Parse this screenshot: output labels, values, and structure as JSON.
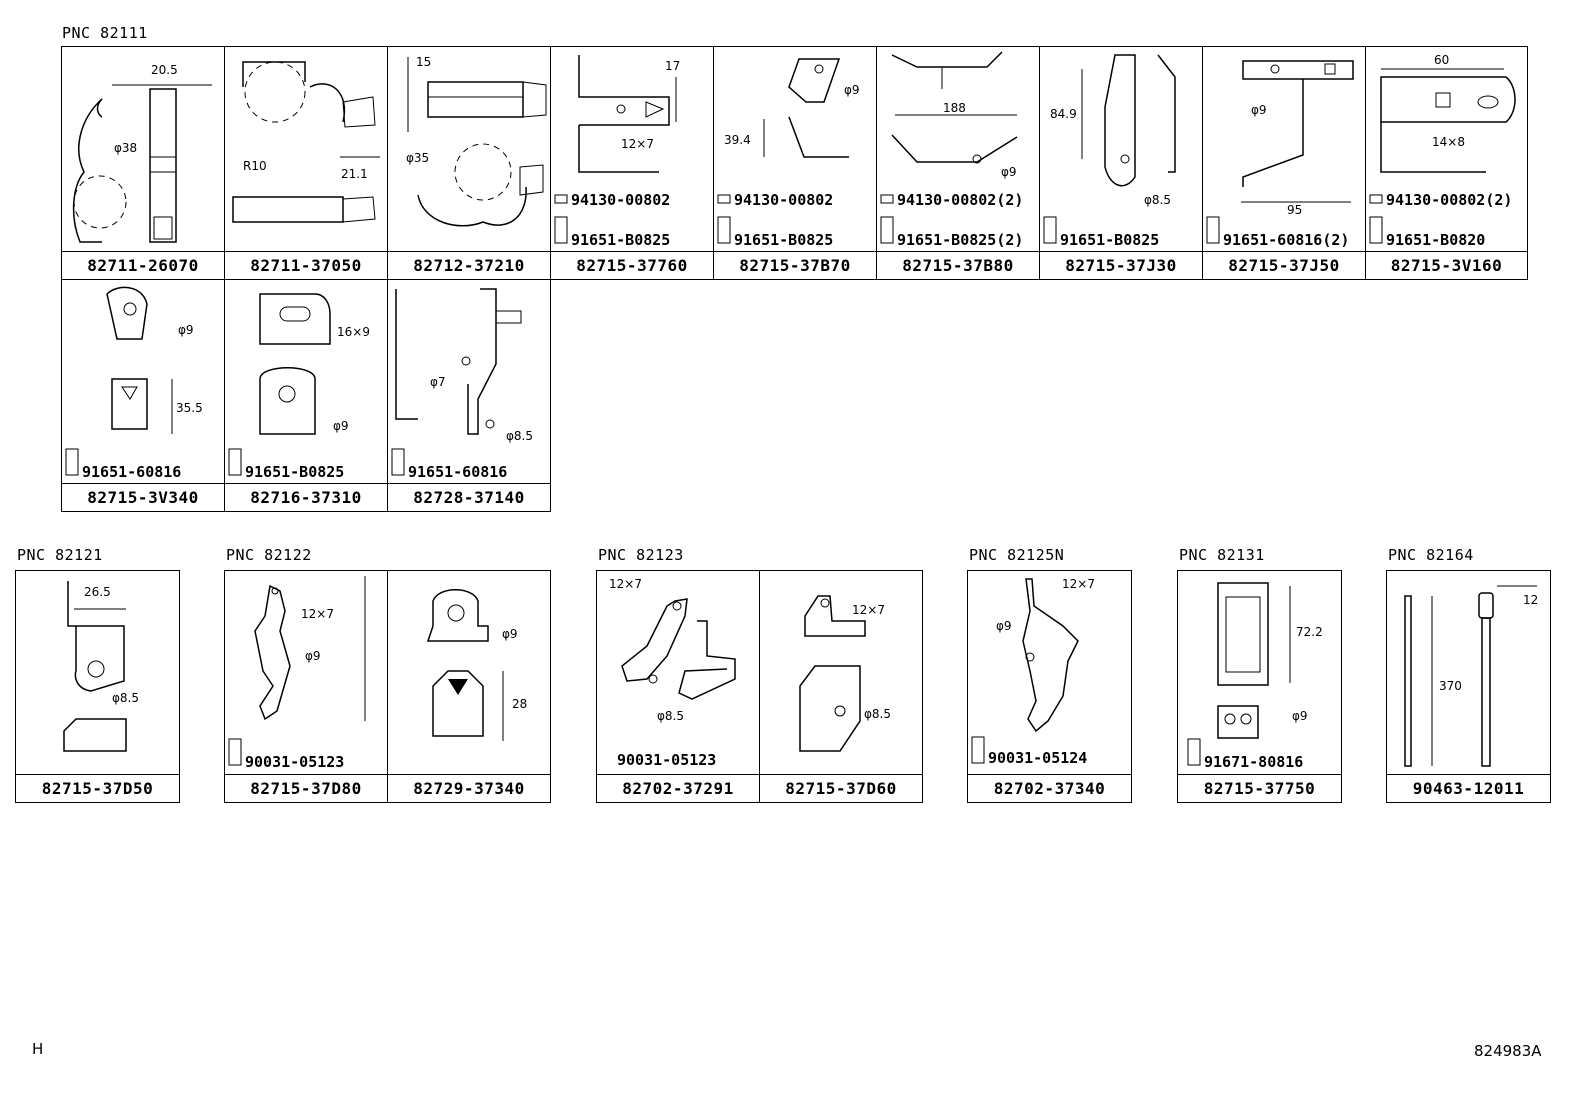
{
  "groups": [
    {
      "pnc": "PNC 82111",
      "rows": [
        [
          {
            "part": "82711-26070",
            "dims": [
              "20.5",
              "φ38"
            ]
          },
          {
            "part": "82711-37050",
            "dims": [
              "R10",
              "21.1"
            ]
          },
          {
            "part": "82712-37210",
            "dims": [
              "15",
              "φ35"
            ]
          },
          {
            "part": "82715-37760",
            "dims": [
              "17",
              "12×7"
            ],
            "sub": [
              "94130-00802",
              "91651-B0825"
            ]
          },
          {
            "part": "82715-37B70",
            "dims": [
              "φ9",
              "39.4"
            ],
            "sub": [
              "94130-00802",
              "91651-B0825"
            ]
          },
          {
            "part": "82715-37B80",
            "dims": [
              "188",
              "φ9"
            ],
            "sub": [
              "94130-00802(2)",
              "91651-B0825(2)"
            ]
          },
          {
            "part": "82715-37J30",
            "dims": [
              "84.9",
              "φ8.5"
            ],
            "sub": [
              "",
              "91651-B0825"
            ]
          },
          {
            "part": "82715-37J50",
            "dims": [
              "φ9",
              "95"
            ],
            "sub": [
              "",
              "91651-60816(2)"
            ]
          },
          {
            "part": "82715-3V160",
            "dims": [
              "60",
              "14×8"
            ],
            "sub": [
              "94130-00802(2)",
              "91651-B0820"
            ]
          }
        ],
        [
          {
            "part": "82715-3V340",
            "dims": [
              "φ9",
              "35.5"
            ],
            "sub": [
              "",
              "91651-60816"
            ]
          },
          {
            "part": "82716-37310",
            "dims": [
              "16×9",
              "φ9"
            ],
            "sub": [
              "",
              "91651-B0825"
            ]
          },
          {
            "part": "82728-37140",
            "dims": [
              "φ7",
              "φ8.5"
            ],
            "sub": [
              "",
              "91651-60816"
            ]
          }
        ]
      ]
    },
    {
      "pnc": "PNC 82121",
      "cells": [
        {
          "part": "82715-37D50",
          "dims": [
            "26.5",
            "φ8.5"
          ]
        }
      ]
    },
    {
      "pnc": "PNC 82122",
      "cells": [
        {
          "part": "82715-37D80",
          "dims": [
            "12×7",
            "φ9"
          ],
          "sub": "90031-05123"
        },
        {
          "part": "82729-37340",
          "dims": [
            "φ9",
            "28"
          ]
        }
      ]
    },
    {
      "pnc": "PNC 82123",
      "cells": [
        {
          "part": "82702-37291",
          "dims": [
            "12×7",
            "φ8.5"
          ],
          "sub": "90031-05123"
        },
        {
          "part": "82715-37D60",
          "dims": [
            "12×7",
            "φ8.5"
          ]
        }
      ]
    },
    {
      "pnc": "PNC 82125N",
      "cells": [
        {
          "part": "82702-37340",
          "dims": [
            "12×7",
            "φ9"
          ],
          "sub": "90031-05124"
        }
      ]
    },
    {
      "pnc": "PNC 82131",
      "cells": [
        {
          "part": "82715-37750",
          "dims": [
            "72.2",
            "φ9"
          ],
          "sub": "91671-80816"
        }
      ]
    },
    {
      "pnc": "PNC 82164",
      "cells": [
        {
          "part": "90463-12011",
          "dims": [
            "12",
            "370"
          ]
        }
      ]
    }
  ],
  "footer": {
    "left": "H",
    "right": "824983A"
  }
}
